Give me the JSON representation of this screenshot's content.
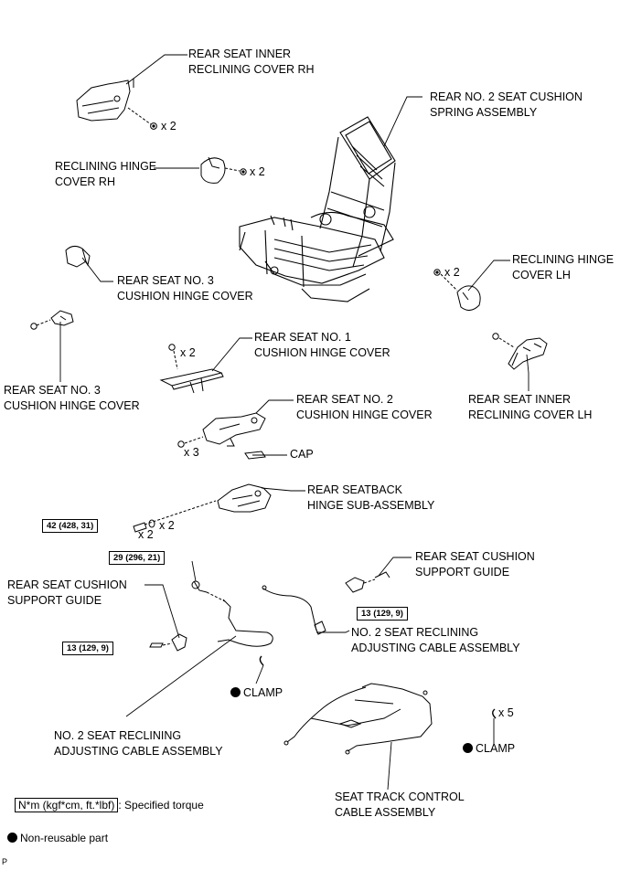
{
  "labels": {
    "inner_cover_rh": "REAR SEAT INNER\nRECLINING COVER RH",
    "cushion_spring": "REAR NO. 2 SEAT CUSHION\nSPRING ASSEMBLY",
    "hinge_cover_rh": "RECLINING HINGE\nCOVER RH",
    "no3_hinge_cover_a": "REAR SEAT NO. 3\nCUSHION HINGE COVER",
    "hinge_cover_lh": "RECLINING HINGE\nCOVER LH",
    "no3_hinge_cover_b": "REAR SEAT NO. 3\nCUSHION HINGE COVER",
    "no1_hinge_cover": "REAR SEAT NO. 1\nCUSHION HINGE COVER",
    "inner_cover_lh": "REAR SEAT INNER\nRECLINING COVER LH",
    "no2_hinge_cover": "REAR SEAT NO. 2\nCUSHION HINGE COVER",
    "cap": "CAP",
    "seatback_hinge": "REAR SEATBACK\nHINGE SUB-ASSEMBLY",
    "support_guide_right": "REAR SEAT CUSHION\nSUPPORT GUIDE",
    "support_guide_left": "REAR SEAT CUSHION\nSUPPORT GUIDE",
    "reclining_cable_right": "NO. 2 SEAT RECLINING\nADJUSTING CABLE ASSEMBLY",
    "clamp_1": "CLAMP",
    "reclining_cable_left": "NO. 2 SEAT RECLINING\nADJUSTING CABLE ASSEMBLY",
    "clamp_2": "CLAMP",
    "seat_track_cable": "SEAT TRACK CONTROL\nCABLE ASSEMBLY",
    "legend_torque_suffix": ": Specified torque",
    "legend_non_reusable": "Non-reusable part",
    "corner_mark": "P"
  },
  "quantities": {
    "q_inner_rh": "x 2",
    "q_hinge_rh": "x 2",
    "q_hinge_lh": "x 2",
    "q_no1": "x 2",
    "q_no2": "x 3",
    "q_seatback_washer": "x 2",
    "q_seatback_bolt": "x 2",
    "q_clamp": "x 5"
  },
  "torques": {
    "seatback": "42 (428, 31)",
    "cable": "29 (296, 21)",
    "guide_right": "13 (129, 9)",
    "guide_left": "13 (129, 9)",
    "legend": "N*m (kgf*cm, ft.*lbf)"
  }
}
